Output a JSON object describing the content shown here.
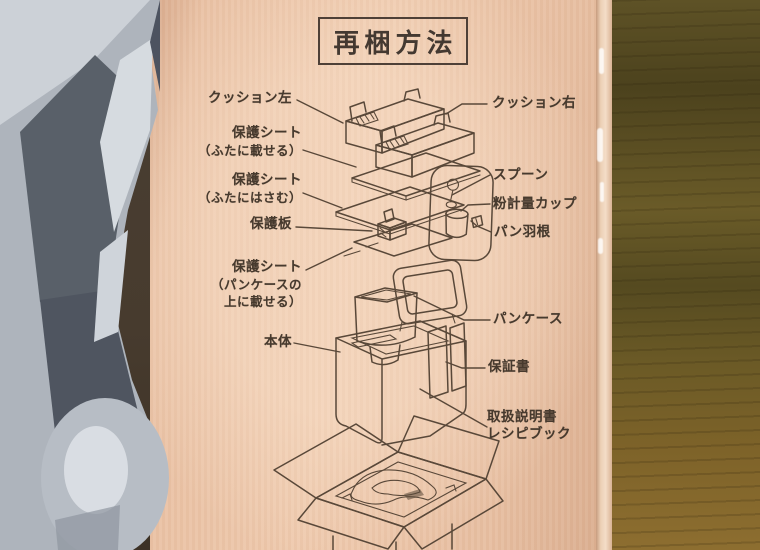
{
  "photo": {
    "title": "再梱方法",
    "labels": {
      "cushion_left": "クッション左",
      "cushion_right": "クッション右",
      "sheet_lid_on_1": "保護シート",
      "sheet_lid_on_2": "（ふたに載せる）",
      "sheet_lid_in_1": "保護シート",
      "sheet_lid_in_2": "（ふたにはさむ）",
      "plate": "保護板",
      "spoon": "スプーン",
      "cup": "粉計量カップ",
      "paddle": "パン羽根",
      "sheet_pancase_1": "保護シート",
      "sheet_pancase_2": "（パンケースの",
      "sheet_pancase_3": "上に載せる）",
      "body": "本体",
      "pancase": "パンケース",
      "warranty": "保証書",
      "manual_1": "取扱説明書",
      "manual_2": "レシピブック"
    },
    "palette": {
      "box_face": "#ecc5a9",
      "diagram_ink": "#594839",
      "floor_olive_dark": "#4c421d",
      "floor_wood_warm": "#8d6e30",
      "floor_shadow": "#3c3126",
      "bag_highlight": "#d6dbe0",
      "bag_shadow": "#565c66"
    }
  }
}
